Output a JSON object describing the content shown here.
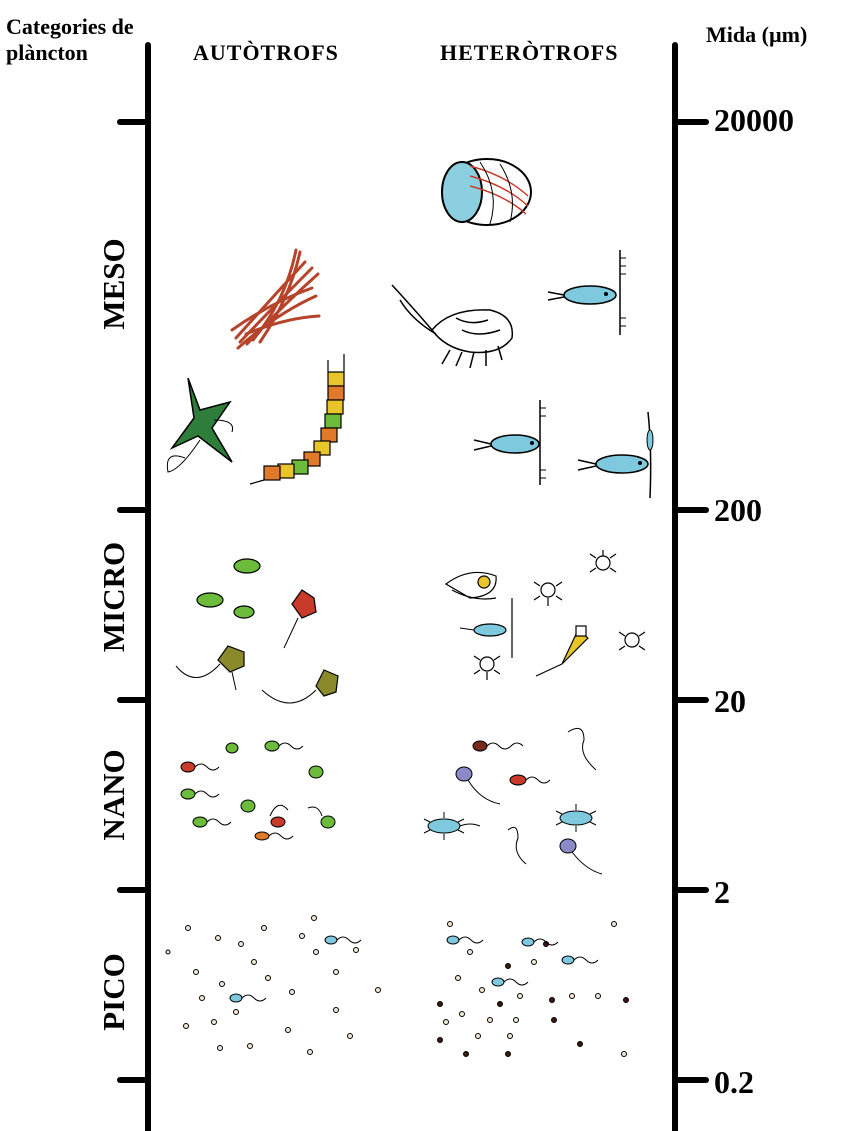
{
  "headers": {
    "categories": "Categories de plàncton",
    "autotrophs": "AUTÒTROFS",
    "heterotrophs": "HETERÒTROFS",
    "size": "Mida  (µm)"
  },
  "categories": [
    "MESO",
    "MICRO",
    "NANO",
    "PICO"
  ],
  "size_ticks": [
    "20000",
    "200",
    "20",
    "2",
    "0.2"
  ],
  "colors": {
    "axis": "#000000",
    "filament_red": "#b5442a",
    "dinoflagellate_green": "#2f7d3a",
    "chain_yellow": "#e8c52a",
    "chain_orange": "#e07a2a",
    "green_cell": "#6dbb3a",
    "red_cell": "#c83a2a",
    "olive_cell": "#8a8a2a",
    "cyan_organism": "#7ec9de",
    "blue_cell": "#8a8ac8",
    "brown_cell": "#7a2a1a"
  }
}
